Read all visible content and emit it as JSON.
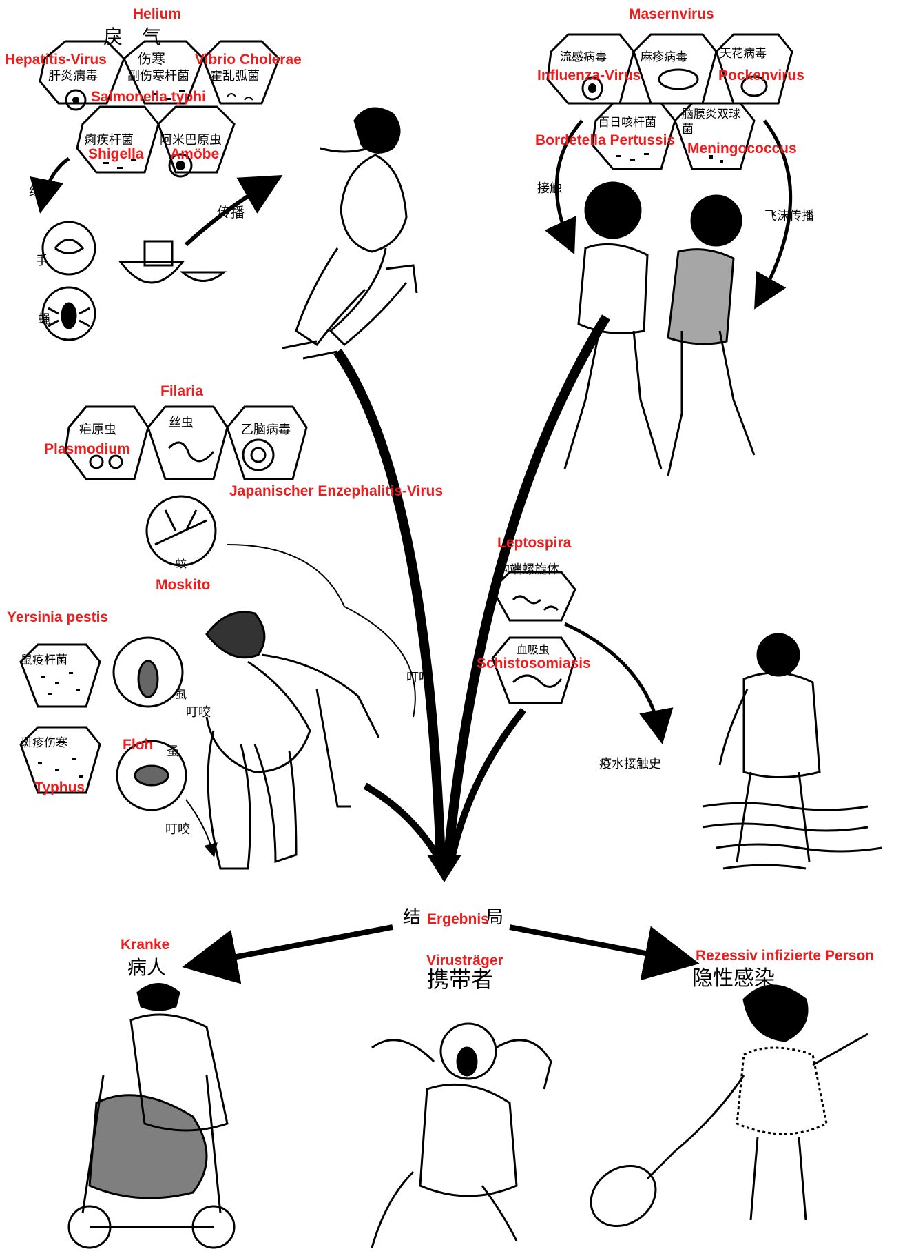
{
  "colors": {
    "label_red": "#ee1c1c",
    "ink": "#000000",
    "paper": "#ffffff"
  },
  "labels_de": {
    "helium": "Helium",
    "hepatitis": "Hepatitis-Virus",
    "vibrio": "Vibrio Cholerae",
    "salmonella": "Salmonella typhi",
    "shigella": "Shigella",
    "amoebe": "Amöbe",
    "masern": "Masernvirus",
    "influenza": "Influenza-Virus",
    "pocken": "Pockenvirus",
    "bordetella": "Bordetella Pertussis",
    "meningococcus": "Meningococcus",
    "filaria": "Filaria",
    "plasmodium": "Plasmodium",
    "jap_enz": "Japanischer Enzephalitis-Virus",
    "moskito": "Moskito",
    "leptospira": "Leptospira",
    "schisto": "Schistosomiasis",
    "yersinia": "Yersinia pestis",
    "floh": "Floh",
    "typhus": "Typhus",
    "ergebnis": "Ergebnis",
    "kranke": "Kranke",
    "virustraeger": "Virusträger",
    "rezessiv": "Rezessiv infizierte Person"
  },
  "labels_zh": {
    "li_qi": "戾　气",
    "shanghan": "伤寒",
    "gan_yan": "肝炎病毒",
    "fu_shanghan": "副伤寒杆菌",
    "huoluan": "霍乱弧菌",
    "liji": "痢疾杆菌",
    "amiba": "阿米巴原虫",
    "jing": "经",
    "shou": "手",
    "ying": "蝇",
    "chuanbo": "传播",
    "liugan": "流感病毒",
    "mazhen": "麻疹病毒",
    "tianhua": "天花病毒",
    "bairike": "百日咳杆菌",
    "naomo": "脑膜炎双球菌",
    "jiechu": "接触",
    "feimo": "飞沫传播",
    "nue": "疟原虫",
    "si": "丝虫",
    "yinao": "乙脑病毒",
    "wen": "蚊",
    "dingyao": "叮咬",
    "gouduan": "钩端螺旋体",
    "xuexi": "血吸虫",
    "yishui": "疫水接触史",
    "shuyi": "鼠疫杆菌",
    "banzhen": "斑疹伤寒",
    "shi": "虱",
    "zao": "蚤",
    "jie": "结",
    "ju": "局",
    "bingren": "病人",
    "xiedai": "携带者",
    "yinxing": "隐性感染"
  }
}
